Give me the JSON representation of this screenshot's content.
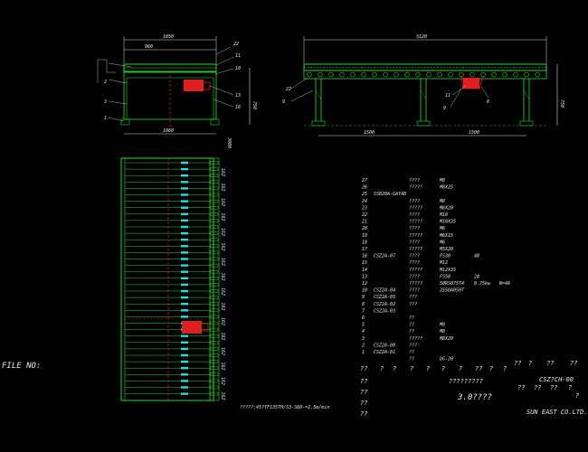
{
  "drawing": {
    "file_no_label": "FILE NO:",
    "spec_note": "?????:45?TF13STH/S3-S60-=2.5m/min",
    "drawing_no": "CSZ?CH-00",
    "company": "SUN EAST CO.LTD.",
    "date_code": "3.0????",
    "question_code": "?????????",
    "sheet_mark": "?"
  },
  "bom": {
    "rows": [
      {
        "no": "27",
        "part": "",
        "qty": "????",
        "spec": "M8"
      },
      {
        "no": "26",
        "part": "",
        "qty": "?????",
        "spec": "M8X25"
      },
      {
        "no": "25",
        "part": "SSB20A-GAYAB",
        "qty": "",
        "spec": ""
      },
      {
        "no": "24",
        "part": "",
        "qty": "????",
        "spec": "M8"
      },
      {
        "no": "23",
        "part": "",
        "qty": "?????",
        "spec": "M8X20"
      },
      {
        "no": "22",
        "part": "",
        "qty": "????",
        "spec": "M10"
      },
      {
        "no": "21",
        "part": "",
        "qty": "?????",
        "spec": "M10X35"
      },
      {
        "no": "20",
        "part": "",
        "qty": "????",
        "spec": "M6"
      },
      {
        "no": "19",
        "part": "",
        "qty": "?????",
        "spec": "M6X15"
      },
      {
        "no": "18",
        "part": "",
        "qty": "????",
        "spec": "M6"
      },
      {
        "no": "17",
        "part": "",
        "qty": "?????",
        "spec": "M5X20"
      },
      {
        "no": "16",
        "part": "CSZ2A-07",
        "qty": "????",
        "spec": "FS30",
        "extra": "4B"
      },
      {
        "no": "15",
        "part": "",
        "qty": "????",
        "spec": "M12"
      },
      {
        "no": "14",
        "part": "",
        "qty": "?????",
        "spec": "M12X35"
      },
      {
        "no": "13",
        "part": "",
        "qty": "????",
        "spec": "FS50",
        "extra": "2#"
      },
      {
        "no": "12",
        "part": "",
        "qty": "?????",
        "spec": "50RS075T4",
        "extra": "0.75kw",
        "extra2": "N=48"
      },
      {
        "no": "10",
        "part": "CSZ2A-04",
        "qty": "????",
        "spec": "2550A050T"
      },
      {
        "no": "9",
        "part": "CSZ2A-05",
        "qty": "???",
        "spec": ""
      },
      {
        "no": "8",
        "part": "CSZ2A-02",
        "qty": "???",
        "spec": ""
      },
      {
        "no": "7",
        "part": "CSZ2A-03",
        "qty": "",
        "spec": ""
      },
      {
        "no": "6",
        "part": "",
        "qty": "??",
        "spec": ""
      },
      {
        "no": "5",
        "part": "",
        "qty": "??",
        "spec": "M8"
      },
      {
        "no": "4",
        "part": "",
        "qty": "??",
        "spec": "M8"
      },
      {
        "no": "3",
        "part": "",
        "qty": "?????",
        "spec": "M8X20"
      },
      {
        "no": "2",
        "part": "CSZ2A-08",
        "qty": "???",
        "spec": ""
      },
      {
        "no": "1",
        "part": "CSZ2A-01",
        "qty": "??",
        "spec": ""
      },
      {
        "no": "",
        "part": "",
        "qty": "??",
        "spec": "DG-20"
      }
    ]
  },
  "title_block": {
    "header_marks": [
      "??",
      "?",
      "?",
      "?",
      "?",
      "?",
      "?",
      "??",
      "?",
      "?"
    ],
    "right_marks": [
      "??",
      "?",
      "??",
      "??"
    ],
    "left_column": [
      "??",
      "??",
      "??",
      "??"
    ],
    "row2_marks": [
      "??",
      "??",
      "??",
      "?"
    ]
  },
  "front_view": {
    "top_dim": "1050",
    "inner_dim": "960",
    "bottom_dim": "1060",
    "height_dim": "750",
    "left_callouts": [
      "2",
      "3",
      "1"
    ],
    "right_callouts": [
      "22",
      "11",
      "10",
      "13",
      "16"
    ]
  },
  "side_view": {
    "overall_dim": "3120",
    "dim_left": "1500",
    "dim_right": "1500",
    "height_dim": "750",
    "callout_l1": "22",
    "callout_l2": "9",
    "callout_r1": "11",
    "callout_r2": "9",
    "motor_tag": "8"
  },
  "plan_view": {
    "side_dim": "3000",
    "tick_labels": [
      "162",
      "162",
      "162",
      "162",
      "162",
      "162",
      "162",
      "162",
      "162",
      "162",
      "162",
      "162",
      "162",
      "162",
      "162",
      "162"
    ]
  }
}
